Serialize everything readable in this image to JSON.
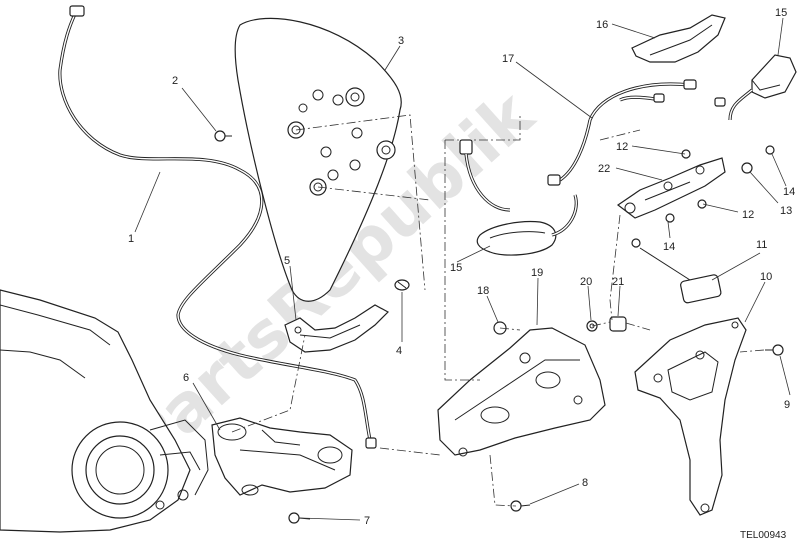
{
  "watermark": {
    "text": "PartsRepublik",
    "color": "#d9d9d9"
  },
  "drawing_ref": "TEL00943",
  "callouts": [
    {
      "id": "1",
      "label": "1"
    },
    {
      "id": "2",
      "label": "2"
    },
    {
      "id": "3",
      "label": "3"
    },
    {
      "id": "4",
      "label": "4"
    },
    {
      "id": "5",
      "label": "5"
    },
    {
      "id": "6",
      "label": "6"
    },
    {
      "id": "7",
      "label": "7"
    },
    {
      "id": "8",
      "label": "8"
    },
    {
      "id": "9",
      "label": "9"
    },
    {
      "id": "10",
      "label": "10"
    },
    {
      "id": "11",
      "label": "11"
    },
    {
      "id": "12a",
      "label": "12"
    },
    {
      "id": "12b",
      "label": "12"
    },
    {
      "id": "13",
      "label": "13"
    },
    {
      "id": "14a",
      "label": "14"
    },
    {
      "id": "14b",
      "label": "14"
    },
    {
      "id": "15a",
      "label": "15"
    },
    {
      "id": "15b",
      "label": "15"
    },
    {
      "id": "16",
      "label": "16"
    },
    {
      "id": "17",
      "label": "17"
    },
    {
      "id": "18",
      "label": "18"
    },
    {
      "id": "19",
      "label": "19"
    },
    {
      "id": "20",
      "label": "20"
    },
    {
      "id": "21",
      "label": "21"
    },
    {
      "id": "22",
      "label": "22"
    }
  ],
  "colors": {
    "line": "#222222",
    "background": "#ffffff"
  }
}
